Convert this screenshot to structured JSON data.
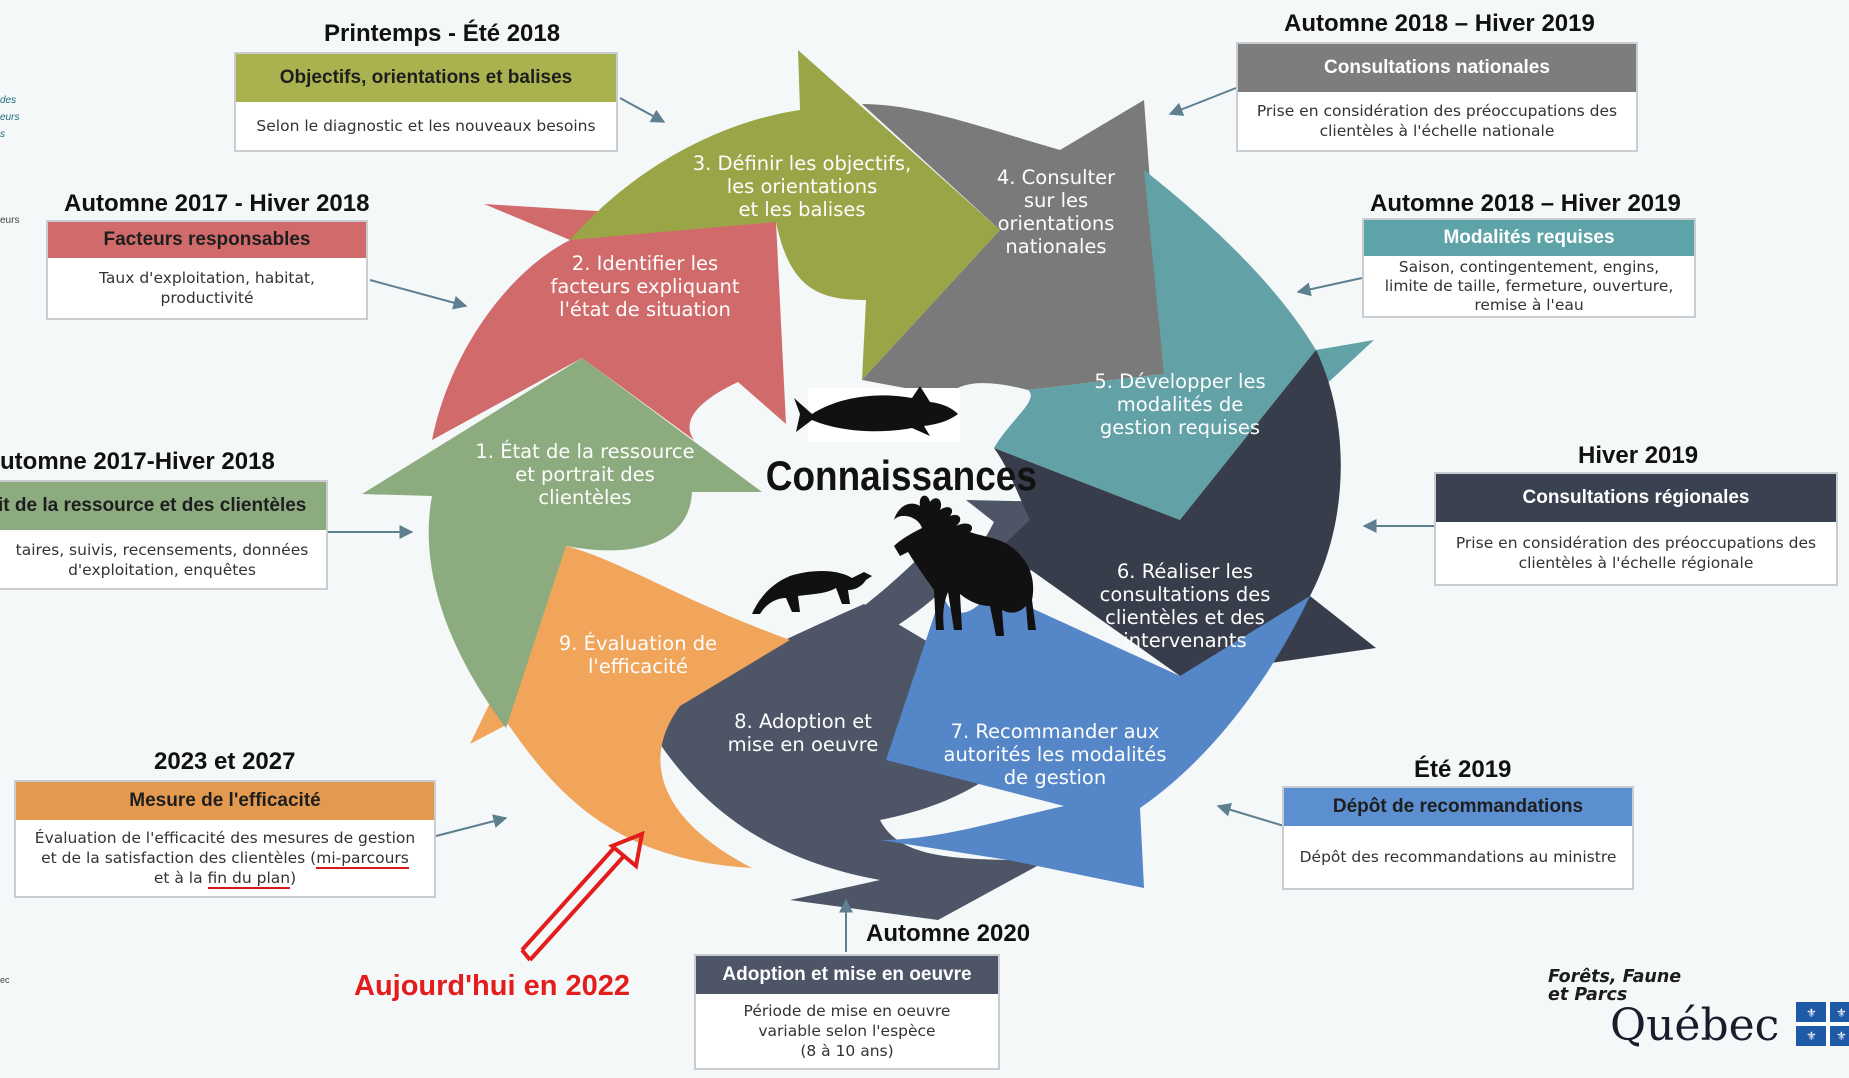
{
  "center_label": "Connaissances",
  "left_edge_text": [
    "des",
    "eurs",
    "s",
    "eurs",
    "ec"
  ],
  "steps": [
    {
      "lines": [
        "1. État de la ressource",
        "et portrait des",
        "clientèles"
      ]
    },
    {
      "lines": [
        "2. Identifier les",
        "facteurs expliquant",
        "l'état de situation"
      ]
    },
    {
      "lines": [
        "3. Définir les objectifs,",
        "les orientations",
        "et les balises"
      ]
    },
    {
      "lines": [
        "4. Consulter",
        "sur les",
        "orientations",
        "nationales"
      ]
    },
    {
      "lines": [
        "5. Développer les",
        "modalités de",
        "gestion requises"
      ]
    },
    {
      "lines": [
        "6. Réaliser les",
        "consultations des",
        "clientèles et des",
        "intervenants"
      ]
    },
    {
      "lines": [
        "7. Recommander aux",
        "autorités les modalités",
        "de gestion"
      ]
    },
    {
      "lines": [
        "8. Adoption et",
        "mise en oeuvre"
      ]
    },
    {
      "lines": [
        "9. Évaluation de",
        "l'efficacité"
      ]
    }
  ],
  "cards": {
    "objectifs": {
      "period": "Printemps - Été 2018",
      "title": "Objectifs, orientations et balises",
      "body": "Selon le diagnostic et les nouveaux besoins",
      "color": "#a9b24f"
    },
    "facteurs": {
      "period": "Automne 2017 - Hiver 2018",
      "title": "Facteurs responsables",
      "body_lines": [
        "Taux d'exploitation, habitat,",
        "productivité"
      ],
      "color": "#d16b6b"
    },
    "etat": {
      "period": "utomne 2017-Hiver 2018",
      "title": "it de la ressource et des clientèles",
      "body_lines": [
        "taires, suivis, recensements, données",
        "d'exploitation, enquêtes"
      ],
      "color": "#8cab7e"
    },
    "mesure": {
      "period": "2023 et 2027",
      "title": "Mesure de l'efficacité",
      "body_line1": "Évaluation de l'efficacité des mesures de gestion",
      "body_line2_a": "et de la satisfaction des clientèles (",
      "body_line2_u": "mi-parcours",
      "body_line3_a": "et à la ",
      "body_line3_u": "fin du plan",
      "body_line3_b": ")",
      "color": "#e39a50"
    },
    "nationales": {
      "period": "Automne 2018 – Hiver 2019",
      "title": "Consultations nationales",
      "body_lines": [
        "Prise en considération des préoccupations des",
        "clientèles à l'échelle nationale"
      ],
      "color": "#7d7d7d"
    },
    "modalites": {
      "period": "Automne 2018 – Hiver 2019",
      "title": "Modalités requises",
      "body_lines": [
        "Saison, contingentement, engins,",
        "limite de taille, fermeture, ouverture,",
        "remise à l'eau"
      ],
      "color": "#5ea3a8"
    },
    "regionales": {
      "period": "Hiver 2019",
      "title": "Consultations régionales",
      "body_lines": [
        "Prise en considération des préoccupations des",
        "clientèles à l'échelle régionale"
      ],
      "color": "#3a4150"
    },
    "depot": {
      "period": "Été 2019",
      "title": "Dépôt de recommandations",
      "body": "Dépôt des recommandations au ministre",
      "color": "#5b8fd0"
    },
    "adoption": {
      "period": "Automne 2020",
      "title": "Adoption et mise en oeuvre",
      "body_lines": [
        "Période de mise en oeuvre",
        "variable selon l'espèce",
        "(8 à 10 ans)"
      ],
      "color": "#4d5567"
    }
  },
  "today_label": "Aujourd'hui en 2022",
  "logo": {
    "line1": "Forêts, Faune",
    "line2": "et Parcs",
    "name": "Québec"
  },
  "colors": {
    "step1": "#8cab7e",
    "step2": "#d16b6b",
    "step3": "#9aa548",
    "step4": "#7a7a7a",
    "step5": "#62a2a6",
    "step6": "#373d4a",
    "step7": "#5587c8",
    "step8": "#4d5567",
    "step9": "#f0a55a",
    "today": "#e31c1c"
  }
}
